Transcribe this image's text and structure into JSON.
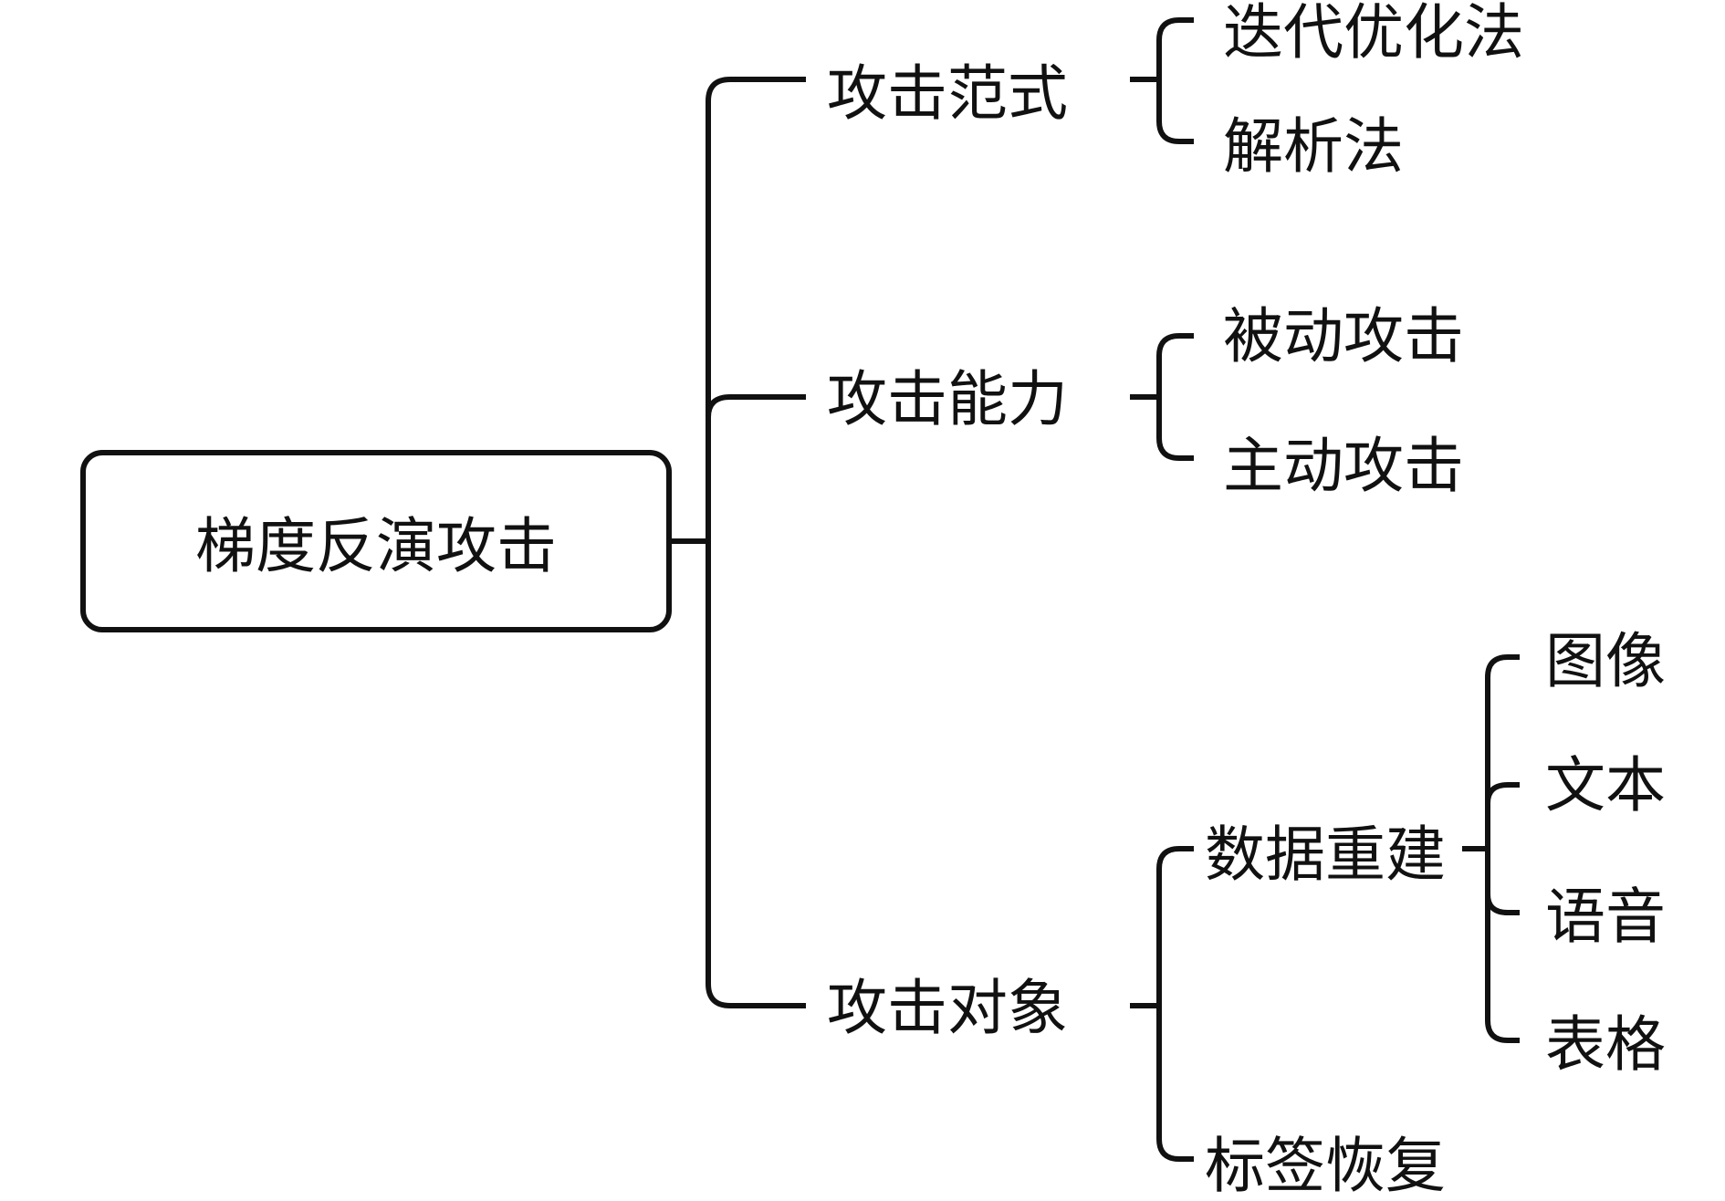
{
  "root": {
    "label": "梯度反演攻击"
  },
  "branches": [
    {
      "label": "攻击范式",
      "children": [
        {
          "label": "迭代优化法"
        },
        {
          "label": "解析法"
        }
      ]
    },
    {
      "label": "攻击能力",
      "children": [
        {
          "label": "被动攻击"
        },
        {
          "label": "主动攻击"
        }
      ]
    },
    {
      "label": "攻击对象",
      "children": [
        {
          "label": "数据重建",
          "children": [
            {
              "label": "图像"
            },
            {
              "label": "文本"
            },
            {
              "label": "语音"
            },
            {
              "label": "表格"
            }
          ]
        },
        {
          "label": "标签恢复"
        }
      ]
    }
  ],
  "style": {
    "line_color": "#111111",
    "text_color": "#111111",
    "background": "#ffffff"
  }
}
